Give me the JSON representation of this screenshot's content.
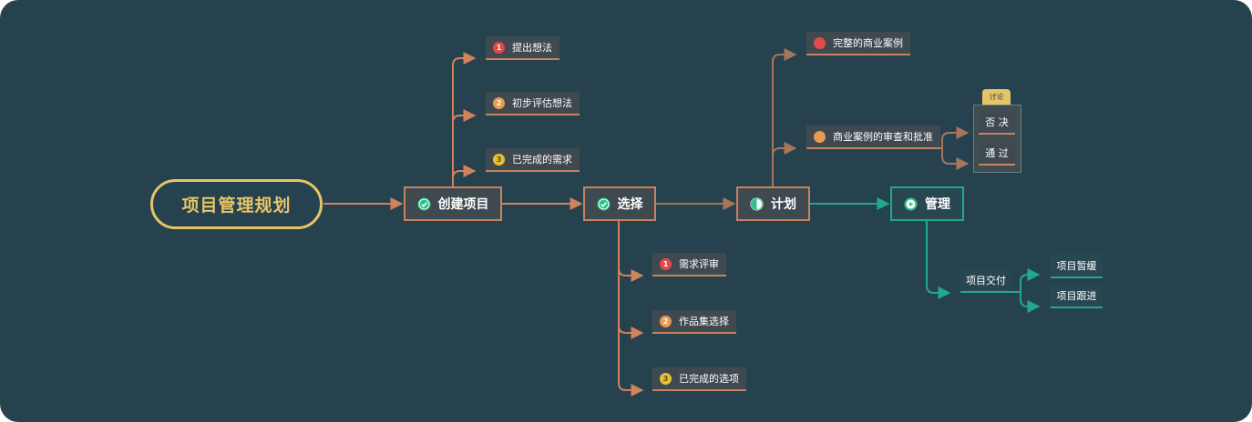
{
  "colors": {
    "background": "#26424f",
    "root": "#e6c566",
    "branch": "#c8825e",
    "teal": "#21a98c",
    "priority1": "#e34949",
    "priority2": "#e89a4f",
    "priority3": "#e6c233",
    "done": "#2ebf8c"
  },
  "root": {
    "label": "项目管理规划"
  },
  "nodes": {
    "create": {
      "label": "创建项目",
      "icon": "check-circle-icon"
    },
    "select": {
      "label": "选择",
      "icon": "check-circle-icon"
    },
    "plan": {
      "label": "计划",
      "icon": "half-circle-icon"
    },
    "manage": {
      "label": "管理",
      "icon": "play-circle-icon"
    }
  },
  "create_children": [
    {
      "label": "提出想法",
      "marker": "1",
      "icon": "priority-1-icon"
    },
    {
      "label": "初步评估想法",
      "marker": "2",
      "icon": "priority-2-icon"
    },
    {
      "label": "已完成的需求",
      "marker": "3",
      "icon": "priority-3-icon"
    }
  ],
  "select_children": [
    {
      "label": "需求评审",
      "marker": "1",
      "icon": "priority-1-icon"
    },
    {
      "label": "作品集选择",
      "marker": "2",
      "icon": "priority-2-icon"
    },
    {
      "label": "已完成的选项",
      "marker": "3",
      "icon": "priority-3-icon"
    }
  ],
  "plan_children": [
    {
      "label": "完整的商业案例",
      "icon": "red-dot-icon"
    },
    {
      "label": "商业案例的审查和批准",
      "icon": "orange-dot-icon"
    }
  ],
  "review": {
    "boundary_label": "讨论",
    "options": [
      "否 决",
      "通 过"
    ]
  },
  "manage_children": {
    "delivery": "项目交付",
    "delivery_children": [
      "项目暂缓",
      "项目跟进"
    ]
  }
}
